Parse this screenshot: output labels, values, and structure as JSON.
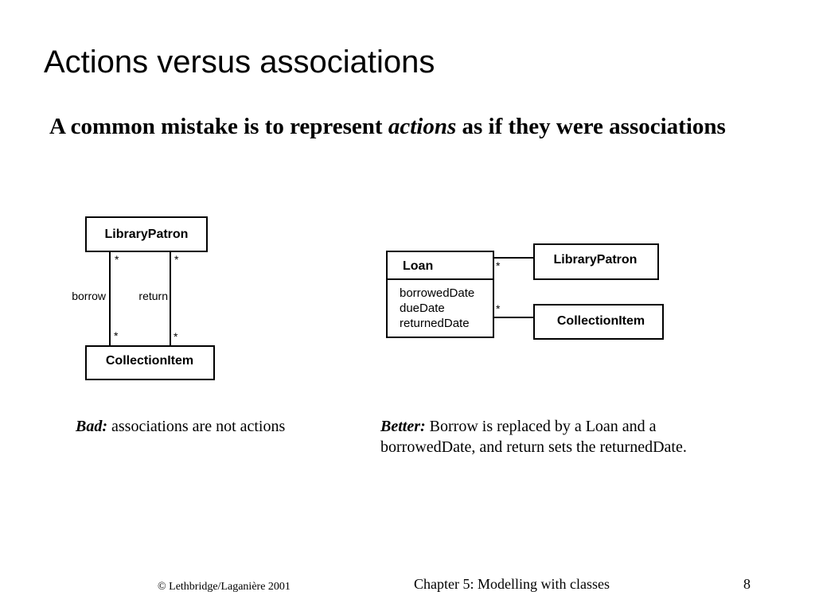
{
  "slide": {
    "title": "Actions versus associations",
    "subtitle_start": "A common mistake is to represent ",
    "subtitle_em": "actions",
    "subtitle_end": " as if they were associations"
  },
  "bad_diagram": {
    "top_class": "LibraryPatron",
    "bottom_class": "CollectionItem",
    "assoc_left": "borrow",
    "assoc_right": "return",
    "mult": "*"
  },
  "better_diagram": {
    "loan_class": "Loan",
    "loan_attr_1": "borrowedDate",
    "loan_attr_2": "dueDate",
    "loan_attr_3": "returnedDate",
    "patron_class": "LibraryPatron",
    "item_class": "CollectionItem",
    "mult": "*"
  },
  "captions": {
    "bad_label": "Bad:",
    "bad_text": " associations are not actions",
    "better_label": "Better:",
    "better_text": " Borrow is replaced by a Loan and a borrowedDate, and return sets the returnedDate."
  },
  "footer": {
    "copyright": "© Lethbridge/Laganière 2001",
    "chapter": "Chapter 5: Modelling with classes",
    "page": "8"
  }
}
